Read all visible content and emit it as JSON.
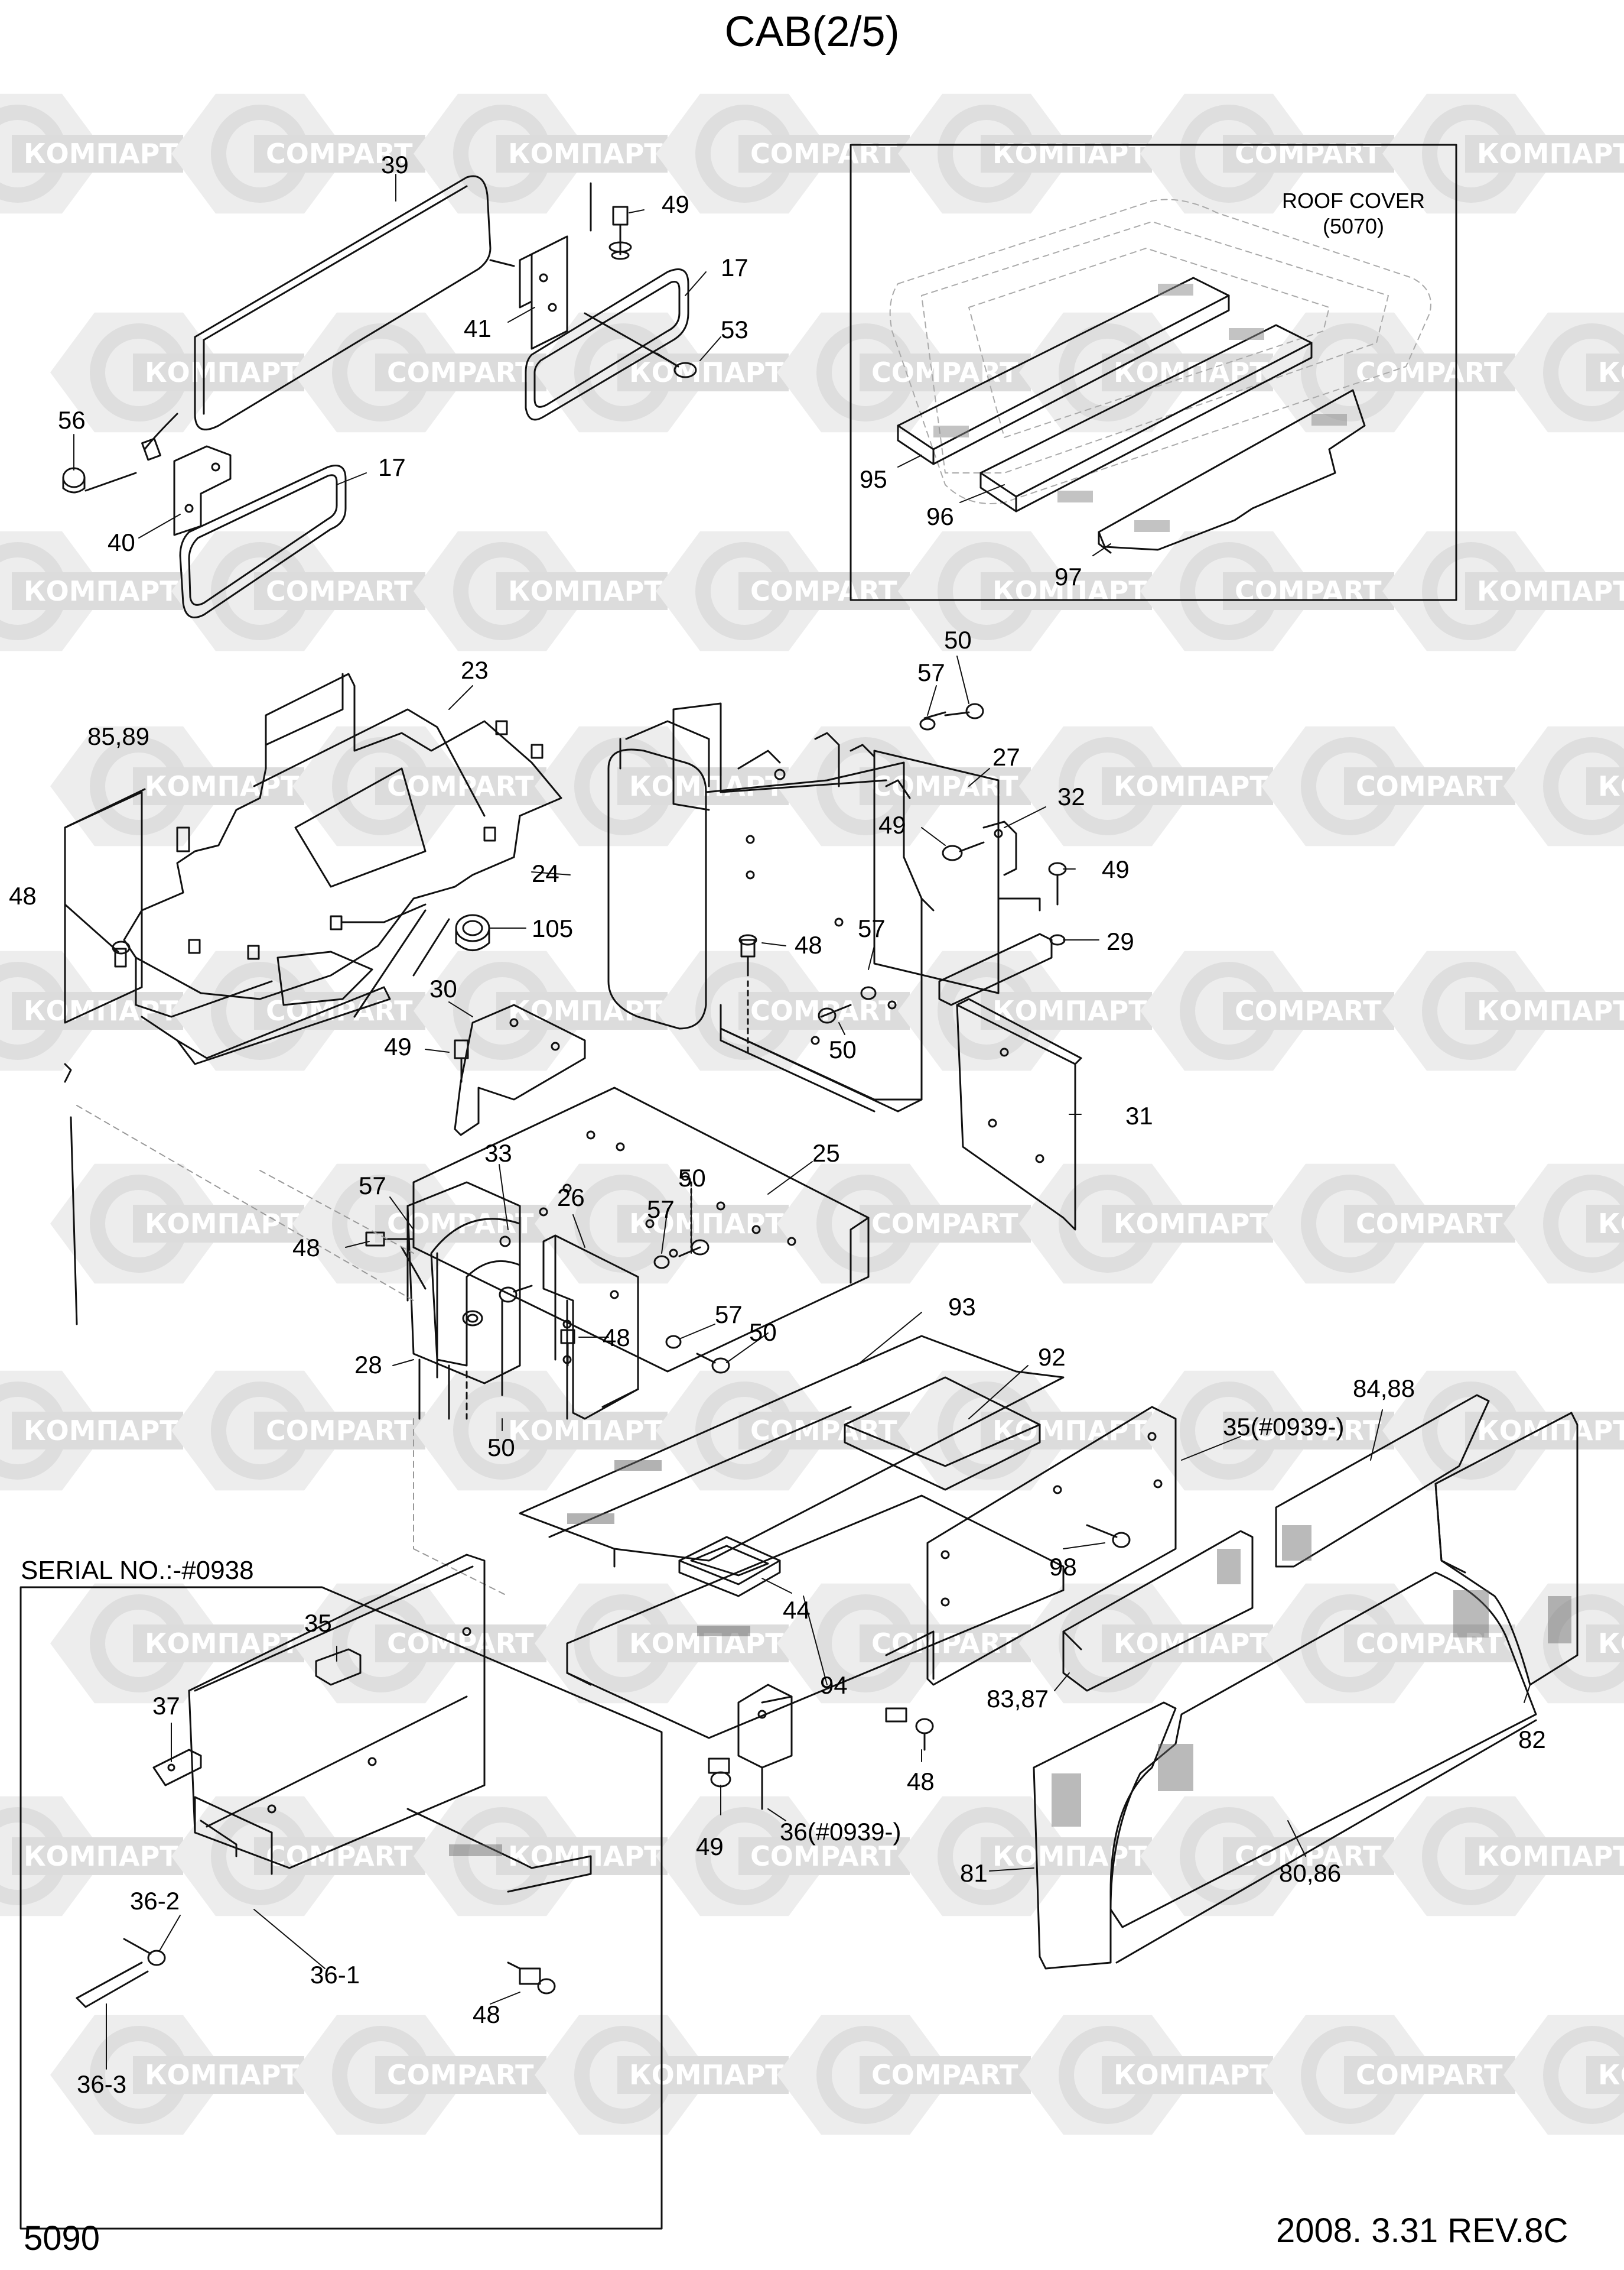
{
  "title": "CAB(2/5)",
  "page_number": "5090",
  "revision": "2008. 3.31  REV.8C",
  "watermark": {
    "text_cyrillic": "КОМПАРТ",
    "text_latin": "COMPART",
    "color": "#dcdcdc"
  },
  "roof_cover_note": {
    "line1": "ROOF COVER",
    "line2": "(5070)"
  },
  "serial_note": "SERIAL NO.:-#0938",
  "part_labels": [
    {
      "key": "p39",
      "text": "39"
    },
    {
      "key": "p49a",
      "text": "49"
    },
    {
      "key": "p17a",
      "text": "17"
    },
    {
      "key": "p41",
      "text": "41"
    },
    {
      "key": "p53",
      "text": "53"
    },
    {
      "key": "p56",
      "text": "56"
    },
    {
      "key": "p17b",
      "text": "17"
    },
    {
      "key": "p40",
      "text": "40"
    },
    {
      "key": "p95",
      "text": "95"
    },
    {
      "key": "p96",
      "text": "96"
    },
    {
      "key": "p97",
      "text": "97"
    },
    {
      "key": "p23",
      "text": "23"
    },
    {
      "key": "p50a",
      "text": "50"
    },
    {
      "key": "p57a",
      "text": "57"
    },
    {
      "key": "p27",
      "text": "27"
    },
    {
      "key": "p8589",
      "text": "85,89"
    },
    {
      "key": "p32",
      "text": "32"
    },
    {
      "key": "p49b",
      "text": "49"
    },
    {
      "key": "p49c",
      "text": "49"
    },
    {
      "key": "p24",
      "text": "24"
    },
    {
      "key": "p48a",
      "text": "48"
    },
    {
      "key": "p105",
      "text": "105"
    },
    {
      "key": "p57b",
      "text": "57"
    },
    {
      "key": "p48b",
      "text": "48"
    },
    {
      "key": "p29",
      "text": "29"
    },
    {
      "key": "p30",
      "text": "30"
    },
    {
      "key": "p50b",
      "text": "50"
    },
    {
      "key": "p49d",
      "text": "49"
    },
    {
      "key": "p31",
      "text": "31"
    },
    {
      "key": "p33",
      "text": "33"
    },
    {
      "key": "p25",
      "text": "25"
    },
    {
      "key": "p57c",
      "text": "57"
    },
    {
      "key": "p50c",
      "text": "50"
    },
    {
      "key": "p26",
      "text": "26"
    },
    {
      "key": "p57d",
      "text": "57"
    },
    {
      "key": "p48c",
      "text": "48"
    },
    {
      "key": "p57e",
      "text": "57"
    },
    {
      "key": "p50d",
      "text": "50"
    },
    {
      "key": "p48d",
      "text": "48"
    },
    {
      "key": "p93",
      "text": "93"
    },
    {
      "key": "p28",
      "text": "28"
    },
    {
      "key": "p92",
      "text": "92"
    },
    {
      "key": "p50e",
      "text": "50"
    },
    {
      "key": "p8488",
      "text": "84,88"
    },
    {
      "key": "p35b",
      "text": "35(#0939-)"
    },
    {
      "key": "p98",
      "text": "98"
    },
    {
      "key": "p44",
      "text": "44"
    },
    {
      "key": "p35a",
      "text": "35"
    },
    {
      "key": "p94",
      "text": "94"
    },
    {
      "key": "p8387",
      "text": "83,87"
    },
    {
      "key": "p37",
      "text": "37"
    },
    {
      "key": "p48e",
      "text": "48"
    },
    {
      "key": "p82",
      "text": "82"
    },
    {
      "key": "p49e",
      "text": "49"
    },
    {
      "key": "p36",
      "text": "36(#0939-)"
    },
    {
      "key": "p362",
      "text": "36-2"
    },
    {
      "key": "p81",
      "text": "81"
    },
    {
      "key": "p8086",
      "text": "80,86"
    },
    {
      "key": "p361",
      "text": "36-1"
    },
    {
      "key": "p48f",
      "text": "48"
    },
    {
      "key": "p363",
      "text": "36-3"
    }
  ]
}
